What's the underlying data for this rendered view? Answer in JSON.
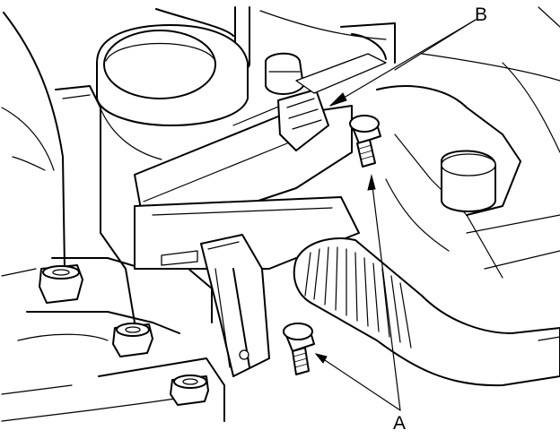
{
  "diagram": {
    "callouts": [
      {
        "id": "B",
        "label": "B"
      },
      {
        "id": "A",
        "label": "A"
      }
    ]
  }
}
